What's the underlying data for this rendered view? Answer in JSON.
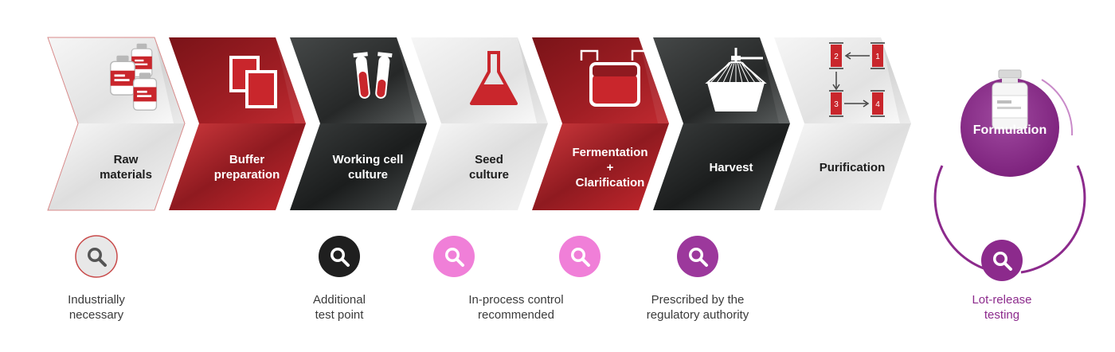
{
  "steps": [
    {
      "line1": "Raw",
      "line2": "materials",
      "theme": "light",
      "icon": "bottles-icon"
    },
    {
      "line1": "Buffer",
      "line2": "preparation",
      "theme": "red",
      "icon": "buffer-containers-icon"
    },
    {
      "line1": "Working cell",
      "line2": "culture",
      "theme": "dark",
      "icon": "test-tubes-icon"
    },
    {
      "line1": "Seed",
      "line2": "culture",
      "theme": "light",
      "icon": "flask-icon"
    },
    {
      "line1": "Fermentation",
      "line2": "+",
      "line3": "Clarification",
      "theme": "red",
      "icon": "bioreactor-bag-icon"
    },
    {
      "line1": "Harvest",
      "theme": "dark",
      "icon": "centrifuge-icon"
    },
    {
      "line1": "Purification",
      "theme": "light",
      "icon": "column-sequence-icon"
    }
  ],
  "purification_icon_labels": [
    "1",
    "2",
    "3",
    "4"
  ],
  "formulation": {
    "label": "Formulation",
    "color": "#8c2a8c",
    "icon": "vial-icon"
  },
  "legend": [
    {
      "line1": "Industrially",
      "line2": "necessary",
      "color": "#e8e8e8",
      "ring": "#c84a4a",
      "icon": "magnifier-icon"
    },
    {
      "line1": "Additional",
      "line2": "test point",
      "color": "#1f1f1f",
      "icon": "magnifier-icon"
    },
    {
      "line1": "In-process control",
      "line2": "recommended",
      "color": "#f07fd8",
      "icon": "magnifier-icon"
    },
    {
      "line1": "Prescribed by the",
      "line2": "regulatory authority",
      "color": "#9c389c",
      "icon": "magnifier-icon"
    },
    {
      "line1": "Lot-release",
      "line2": "testing",
      "color": "#8c2a8c",
      "icon": "magnifier-icon",
      "text_color": "#8c2a8c"
    }
  ],
  "colors": {
    "red": "#b3252a",
    "dark": "#2f3232",
    "light": "#f2f2f2",
    "purple": "#8c2a8c",
    "pink": "#f07fd8"
  }
}
